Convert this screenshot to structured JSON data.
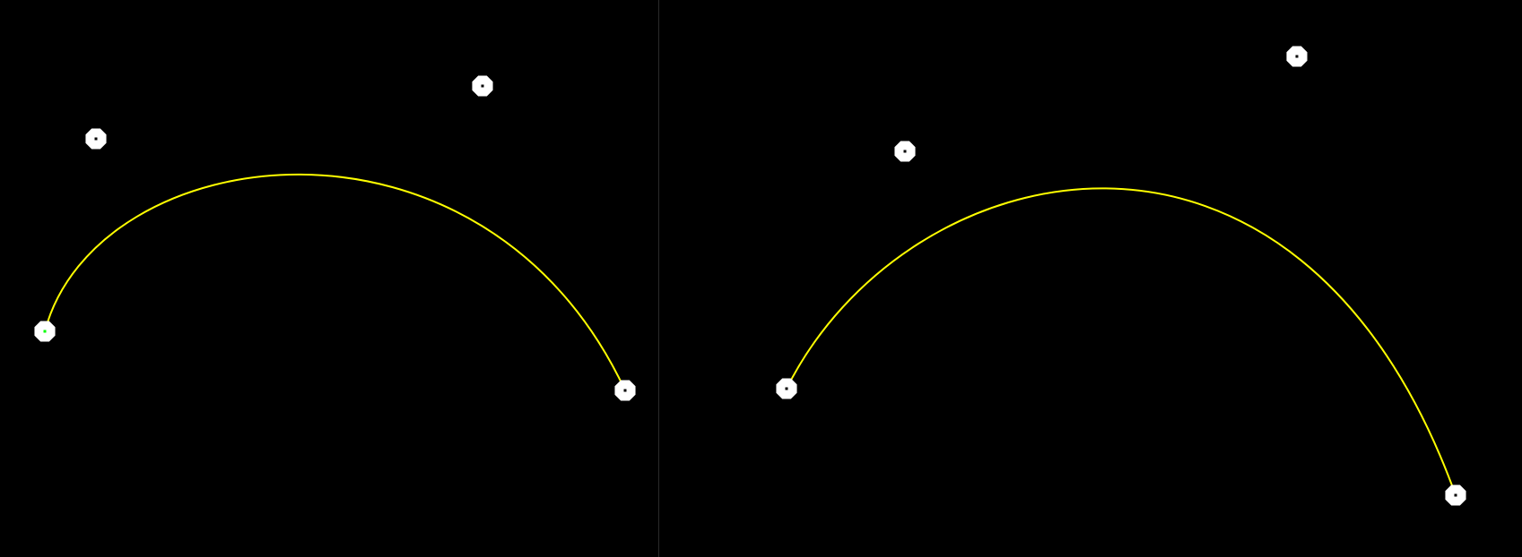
{
  "colors": {
    "background": "#000000",
    "curve": "#ffff00",
    "control_point": "#ffffff",
    "point_center": "#000000",
    "selected_point_center": "#00ff00",
    "divider": "#2a2a2a"
  },
  "panels": [
    {
      "name": "left-bezier-panel",
      "curve_type": "cubic-bezier",
      "control_points_count": 4,
      "selected_point_index": 0
    },
    {
      "name": "right-bezier-panel",
      "curve_type": "cubic-bezier",
      "control_points_count": 4,
      "selected_point_index": null
    }
  ]
}
